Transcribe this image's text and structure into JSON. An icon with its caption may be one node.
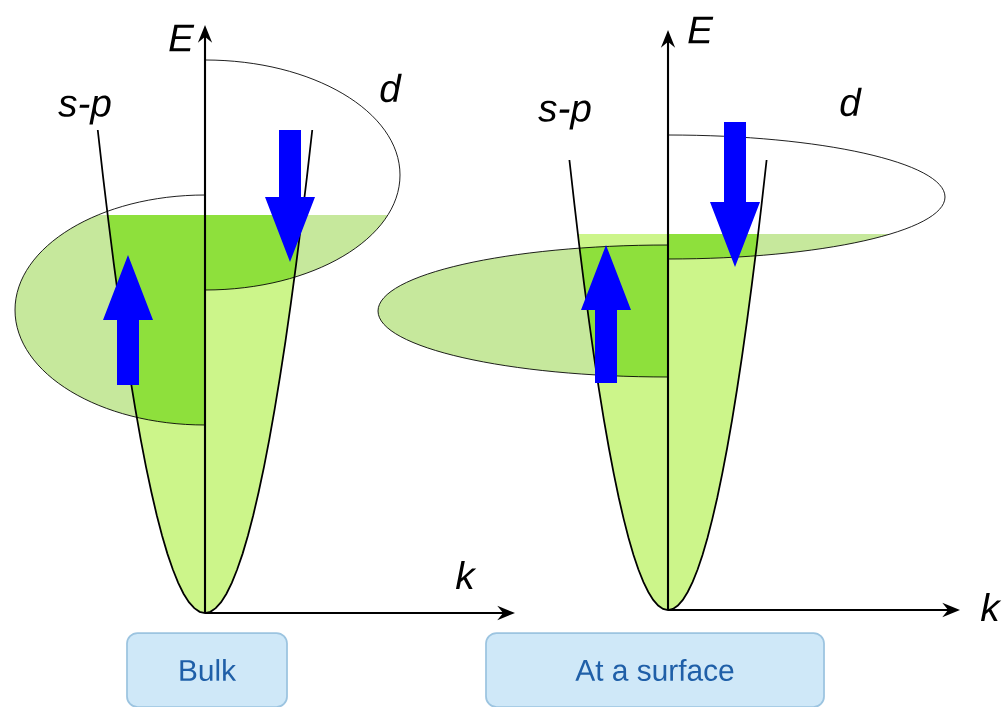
{
  "diagram": {
    "nodes": [
      {
        "text": [
          "Bulk"
        ]
      },
      {
        "text": [
          "At a surface"
        ]
      }
    ],
    "labels": [
      "E",
      "s-p",
      "d",
      "k",
      "E",
      "s-p",
      "d",
      "k"
    ]
  }
}
